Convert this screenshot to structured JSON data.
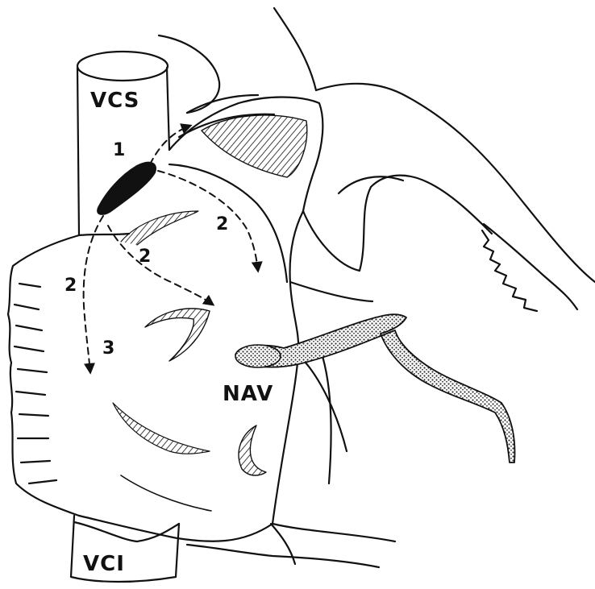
{
  "labels": {
    "vcs": "VCS",
    "vci": "VCI",
    "nav": "NAV",
    "path_1": "1",
    "path_2a": "2",
    "path_2b": "2",
    "path_2c": "2",
    "path_3": "3"
  },
  "colors": {
    "ink": "#111111",
    "paper": "#ffffff",
    "stipple": "#555555"
  }
}
